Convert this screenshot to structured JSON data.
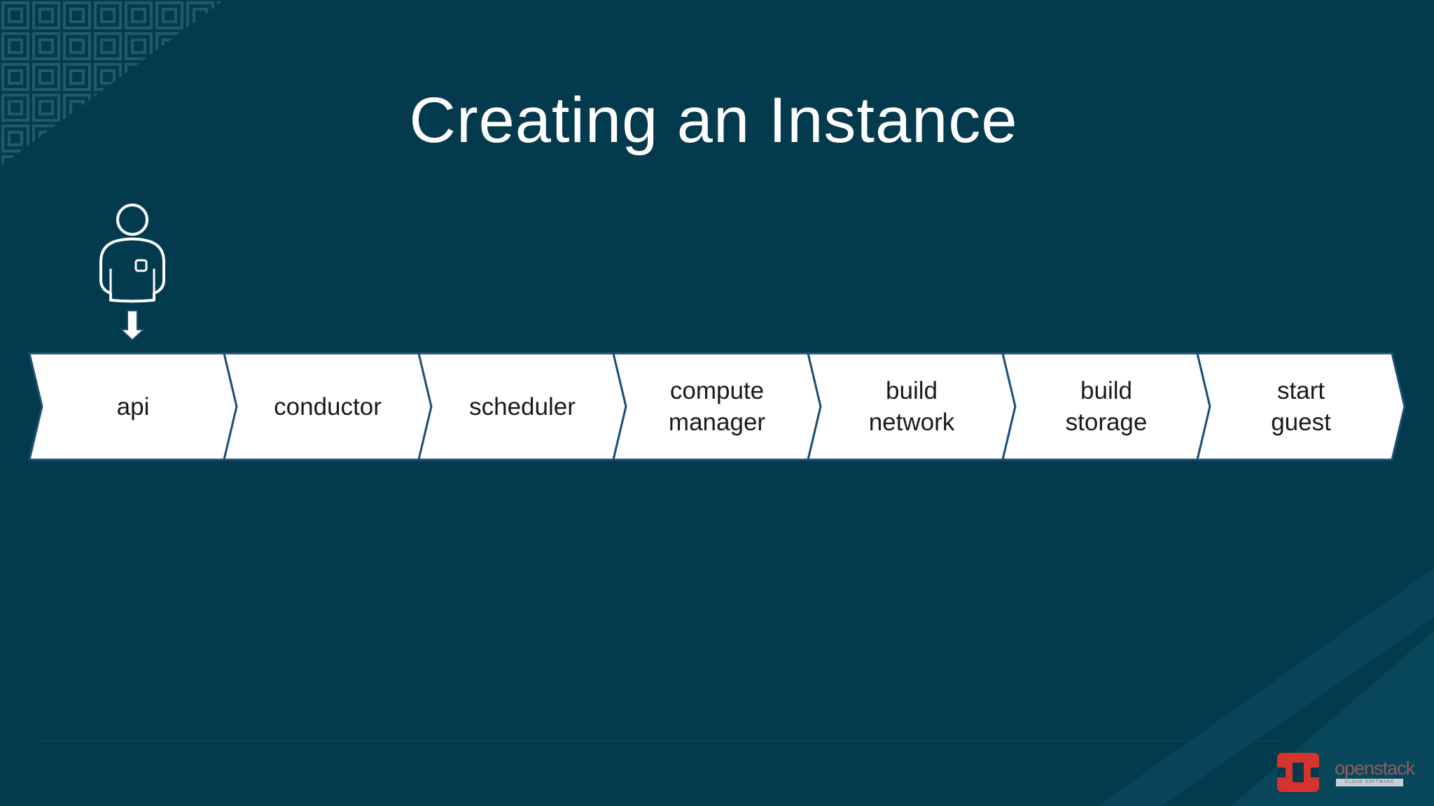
{
  "slide": {
    "title": "Creating an Instance"
  },
  "flow": {
    "steps": [
      {
        "label": "api"
      },
      {
        "label": "conductor"
      },
      {
        "label": "scheduler"
      },
      {
        "label": "compute\nmanager"
      },
      {
        "label": "build\nnetwork"
      },
      {
        "label": "build\nstorage"
      },
      {
        "label": "start\nguest"
      }
    ],
    "current_step": "api"
  },
  "icons": {
    "user": "person-icon",
    "pointer": "down-arrow-icon",
    "logo": "openstack-logo-icon"
  },
  "branding": {
    "name": "openstack",
    "tagline": "CLOUD SOFTWARE"
  },
  "colors": {
    "background": "#043a4d",
    "chevron_fill": "#ffffff",
    "chevron_stroke": "#1d4f78",
    "title_text": "#ffffff",
    "logo_red": "#d5342c"
  }
}
